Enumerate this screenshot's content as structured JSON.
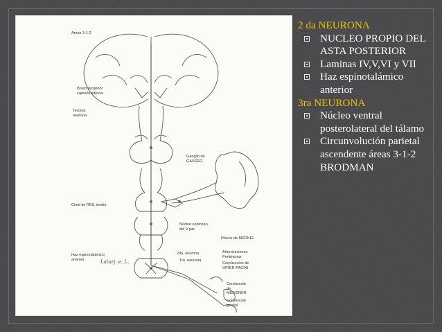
{
  "figure": {
    "labels": {
      "areas": "Áreas 3-1-2",
      "brazo": "Brazo posterior\ncápsula interna",
      "tercera": "Tercera\nneurona",
      "ganglio": "Ganglio de\nGASSER",
      "cinta": "Cinta de REIL media",
      "nucleo_espinoso": "Núcleo espinoso\ndel V par",
      "discos": "Discos de MERKEL",
      "haz": "Haz espinotalámico\nanterior",
      "segunda": "2da. neurona",
      "primera": "1ra. neurona",
      "arborizaciones": "Arborizaciones\nPeritriquias",
      "vater": "Corpúsculos de\nVATER-PACINI",
      "meissner": "Corpúsculo\nde\nMEISSNER",
      "genital": "Corpúsculo\ngenital",
      "signature": "Latarj. e. L."
    }
  },
  "section1": {
    "heading": "2 da NEURONA",
    "items": [
      "NUCLEO PROPIO DEL ASTA POSTERIOR",
      "Laminas IV,V,VI y VII",
      "Haz espinotalámico anterior"
    ]
  },
  "section2": {
    "heading": "3ra NEURONA",
    "items": [
      "Núcleo ventral posterolateral del tálamo",
      "Circunvolución parietal ascendente áreas 3-1-2 BRODMAN"
    ]
  }
}
